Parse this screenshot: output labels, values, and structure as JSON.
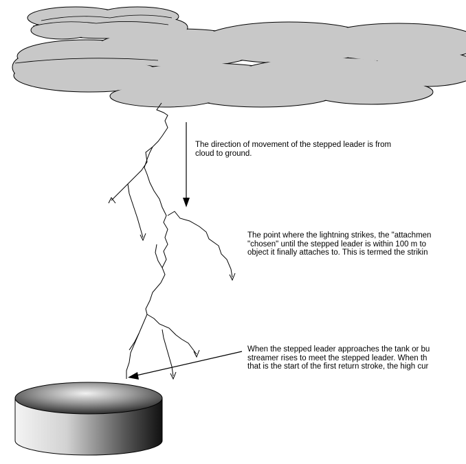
{
  "annotations": {
    "direction": {
      "line1": "The direction of movement of the stepped leader is from",
      "line2": "cloud to ground."
    },
    "attachment": {
      "line1": "The point where the lightning strikes, the \"attachmen",
      "line2": "\"chosen\" until the stepped leader is within 100 m to",
      "line3": "object it finally attaches to.  This is termed the strikin"
    },
    "streamer": {
      "line1": "When the stepped leader approaches the tank or bu",
      "line2": "streamer rises to meet the stepped leader.  When th",
      "line3": "that is the start of the first return stroke, the high cur"
    }
  },
  "colors": {
    "cloud_fill": "#c8c8c8",
    "outline": "#000000",
    "tank_light": "#ffffff",
    "tank_dark": "#1a1a1a"
  }
}
